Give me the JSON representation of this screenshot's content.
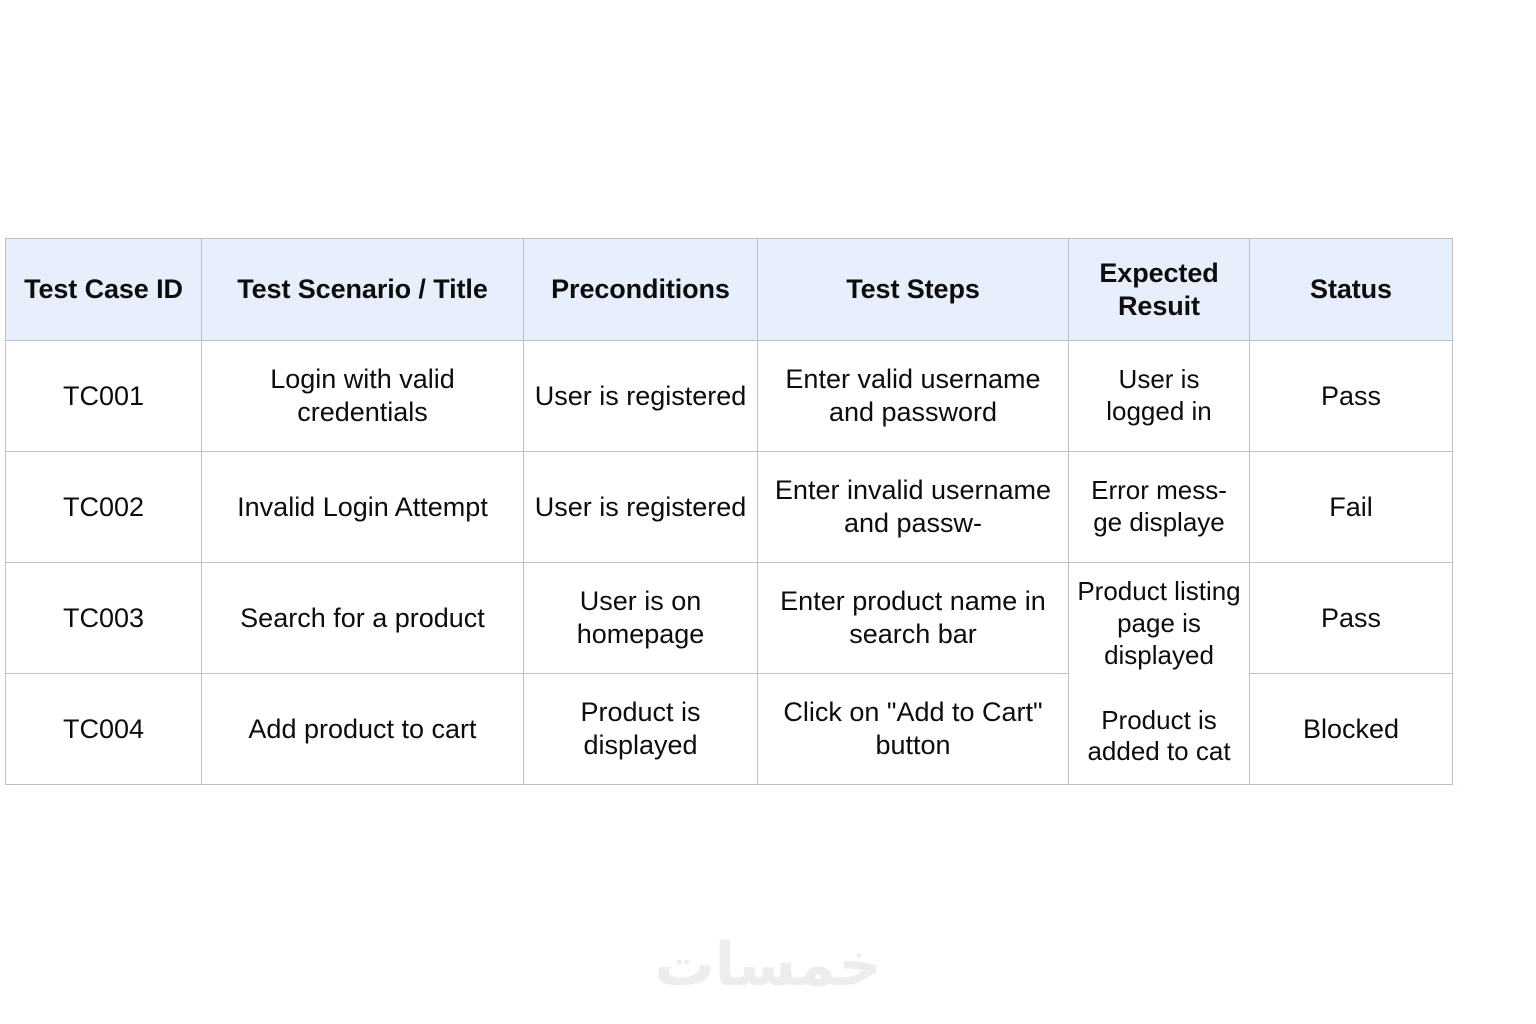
{
  "table": {
    "columns": [
      {
        "key": "id",
        "label": "Test Case ID"
      },
      {
        "key": "title",
        "label": "Test Scenario / Title"
      },
      {
        "key": "pre",
        "label": "Preconditions"
      },
      {
        "key": "steps",
        "label": "Test Steps"
      },
      {
        "key": "exp",
        "label": "Expected Resuit"
      },
      {
        "key": "status",
        "label": "Status"
      }
    ],
    "rows": [
      {
        "id": "TC001",
        "title": "Login with valid credentials",
        "pre": "User is registered",
        "steps": "Enter valid username and password",
        "exp": "User is logged in",
        "status": "Pass"
      },
      {
        "id": "TC002",
        "title": "Invalid Login Attempt",
        "pre": "User is registered",
        "steps": "Enter invalid username and passw-",
        "exp": "Error mess-ge displaye",
        "status": "Fail"
      },
      {
        "id": "TC003",
        "title": "Search for a product",
        "pre": "User is on homepage",
        "steps": "Enter product name in search bar",
        "exp": "Product listing page is displayed",
        "status": "Pass"
      },
      {
        "id": "TC004",
        "title": "Add product to cart",
        "pre": "Product is displayed",
        "steps": "Click on \"Add to Cart\" button",
        "exp": "Product is added to cat",
        "status": "Blocked"
      }
    ]
  },
  "watermark": {
    "text": "خمسات"
  },
  "colors": {
    "header_fill": "#e7effc",
    "border": "#b9c0c9",
    "text": "#0d0d0d",
    "page_background": "#ffffff",
    "watermark": "#ebedef"
  }
}
